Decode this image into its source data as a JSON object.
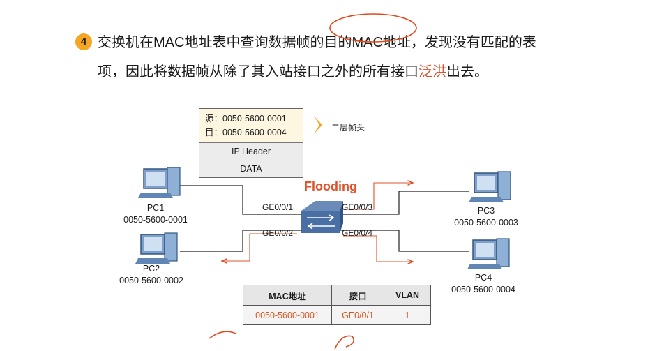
{
  "step": {
    "number": "4",
    "line1": "交换机在MAC地址表中查询数据帧的目的MAC地址，发现没有匹配的表",
    "line2_before": "项，因此将数据帧从除了其入站接口之外的所有接口",
    "line2_highlight": "泛洪",
    "line2_after": "出去。"
  },
  "frame": {
    "src": "源：0050-5600-0001",
    "dst": "目：0050-5600-0004",
    "ip_header": "IP Header",
    "data": "DATA",
    "layer2_label": "二层帧头"
  },
  "flooding_label": "Flooding",
  "pcs": [
    {
      "name": "PC1",
      "mac": "0050-5600-0001"
    },
    {
      "name": "PC2",
      "mac": "0050-5600-0002"
    },
    {
      "name": "PC3",
      "mac": "0050-5600-0003"
    },
    {
      "name": "PC4",
      "mac": "0050-5600-0004"
    }
  ],
  "ports": [
    "GE0/0/1",
    "GE0/0/2",
    "GE0/0/3",
    "GE0/0/4"
  ],
  "mac_table": {
    "headers": [
      "MAC地址",
      "接口",
      "VLAN"
    ],
    "rows": [
      {
        "mac": "0050-5600-0001",
        "port": "GE0/0/1",
        "vlan": "1"
      }
    ]
  },
  "colors": {
    "accent": "#e0532a",
    "badge": "#f5a623"
  }
}
